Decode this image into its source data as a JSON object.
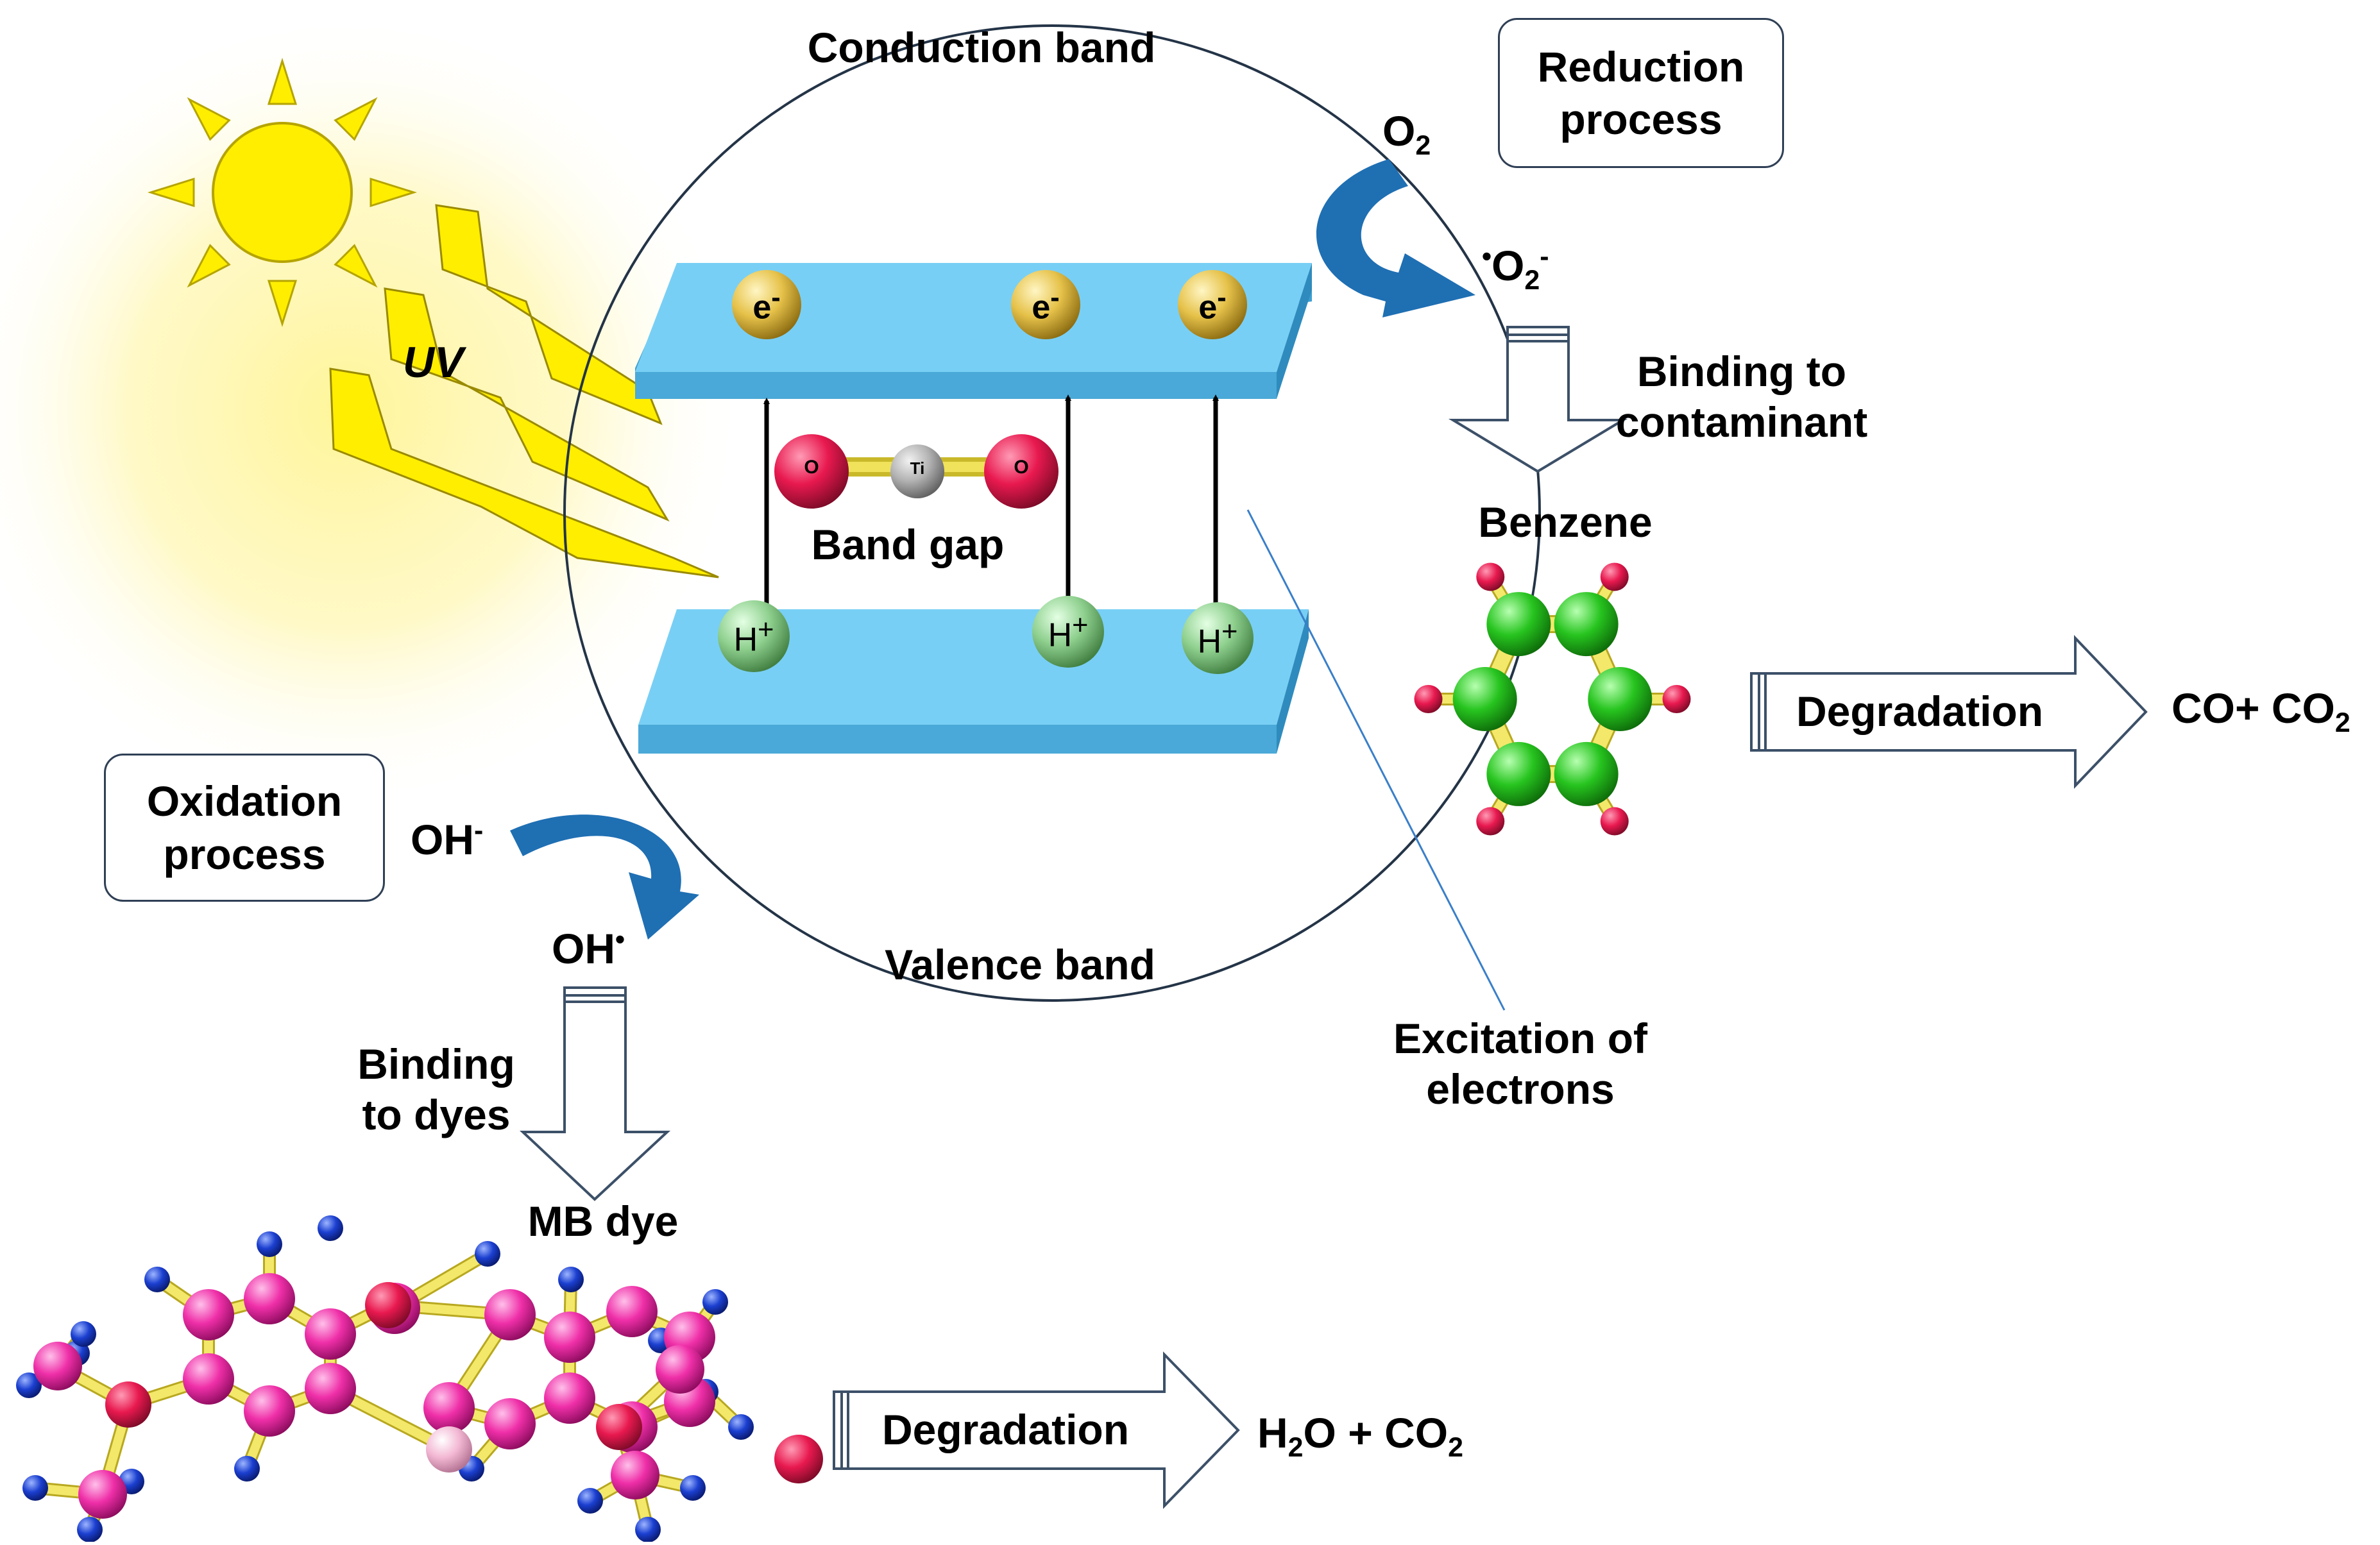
{
  "labels": {
    "conduction_band": "Conduction band",
    "valence_band": "Valence band",
    "uv": "UV",
    "band_gap": "Band gap",
    "reduction_process_l1": "Reduction",
    "reduction_process_l2": "process",
    "oxidation_process_l1": "Oxidation",
    "oxidation_process_l2": "process",
    "o2": "O",
    "o2_sub": "2",
    "superoxide_dot": "•",
    "superoxide_o": "O",
    "superoxide_sub": "2",
    "superoxide_sup": "-",
    "oh_minus": "OH",
    "oh_minus_sup": "-",
    "oh_radical": "OH",
    "oh_radical_sup": "•",
    "binding_contaminant_l1": "Binding to",
    "binding_contaminant_l2": "contaminant",
    "binding_dyes_l1": "Binding",
    "binding_dyes_l2": "to dyes",
    "benzene": "Benzene",
    "mb_dye": "MB dye",
    "excitation_l1": "Excitation of",
    "excitation_l2": "electrons",
    "degradation_top": "Degradation",
    "degradation_bottom": "Degradation",
    "product_top_a": "CO+ CO",
    "product_top_sub": "2",
    "product_bottom_a": "H",
    "product_bottom_sub1": "2",
    "product_bottom_b": "O + CO",
    "product_bottom_sub2": "2",
    "electron": "e",
    "electron_sup": "-",
    "hole": "H",
    "hole_sup": "+",
    "tio2_o": "O",
    "tio2_ti": "Ti"
  },
  "colors": {
    "band": "#78cff5",
    "band_edge": "#3d9fd0",
    "electron": "#e6c24a",
    "hole": "#8fd08f",
    "oxygen_atom": "#e8194f",
    "titanium_atom": "#b3b3b3",
    "carbon_benzene": "#27c41f",
    "hydrogen_benzene": "#e8194f",
    "carbon_mb": "#ef2fa8",
    "hydrogen_mb": "#1b3fd0",
    "sulfur_mb": "#f3b8d4",
    "nitrogen_mb": "#e8194f",
    "bond": "#f0e25a",
    "sun": "#ffee00",
    "curved_arrow": "#1f6fb3"
  },
  "icons": [
    "sun-icon",
    "uv-lightning-icon",
    "curved-arrow-icon",
    "hollow-arrow-icon"
  ]
}
